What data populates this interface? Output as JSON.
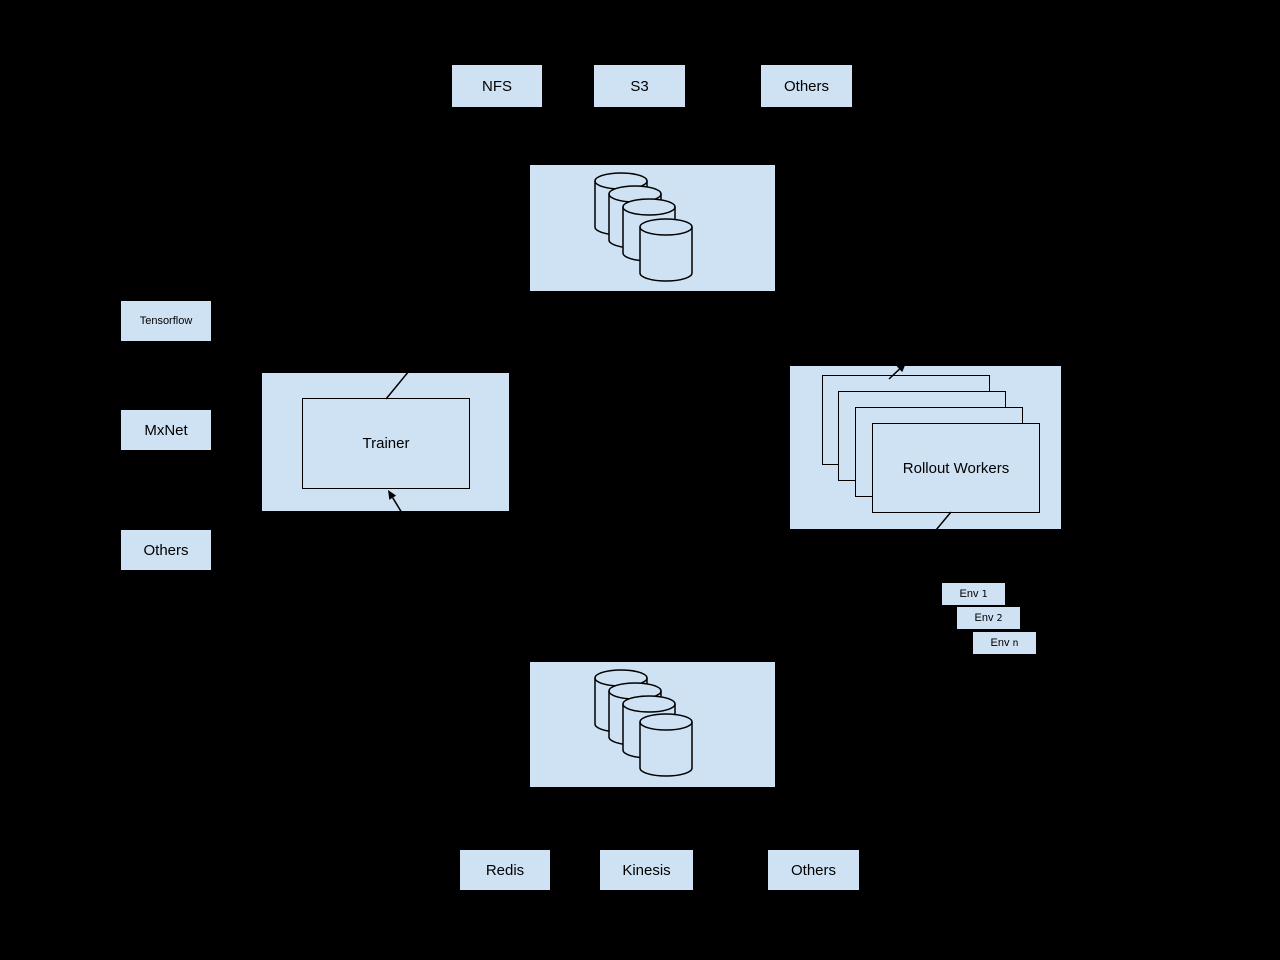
{
  "diagram": {
    "top_sources": [
      "NFS",
      "S3",
      "Others"
    ],
    "frameworks": [
      "Tensorflow",
      "MxNet",
      "Others"
    ],
    "trainer_label": "Trainer",
    "rollout_label": "Rollout Workers",
    "envs": [
      {
        "label": "Env",
        "index": "1"
      },
      {
        "label": "Env",
        "index": "2"
      },
      {
        "label": "Env",
        "index": "n"
      }
    ],
    "bottom_sources": [
      "Redis",
      "Kinesis",
      "Others"
    ],
    "storage_icons": {
      "top_cylinder_count": 4,
      "bottom_cylinder_count": 4
    },
    "rollout_stack_count": 4
  },
  "colors": {
    "background": "#000000",
    "box_fill": "#cfe2f3",
    "outline": "#000000",
    "text": "#000000"
  }
}
